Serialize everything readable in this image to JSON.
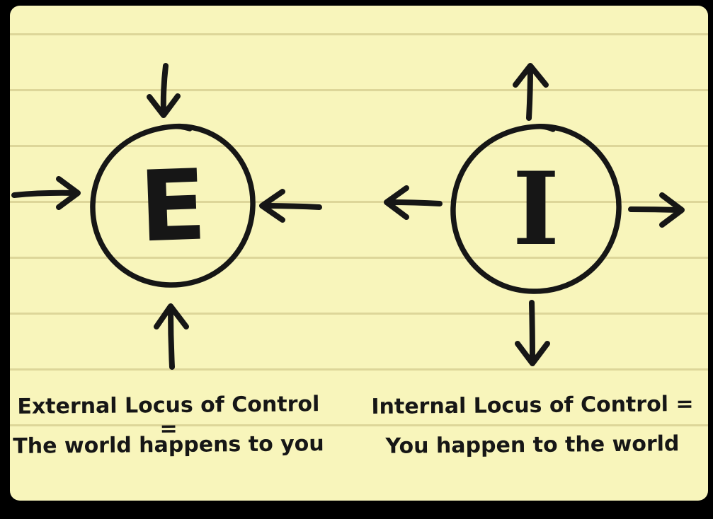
{
  "diagram": {
    "left": {
      "letter": "E",
      "title": "External Locus of Control =",
      "subtitle": "The world happens to you",
      "arrow_direction": "inward"
    },
    "right": {
      "letter": "I",
      "title": "Internal Locus of Control =",
      "subtitle": "You happen to the world",
      "arrow_direction": "outward"
    },
    "colors": {
      "paper": "#f8f5bb",
      "rule_line": "#ddd699",
      "ink": "#161616",
      "frame": "#000000"
    }
  }
}
